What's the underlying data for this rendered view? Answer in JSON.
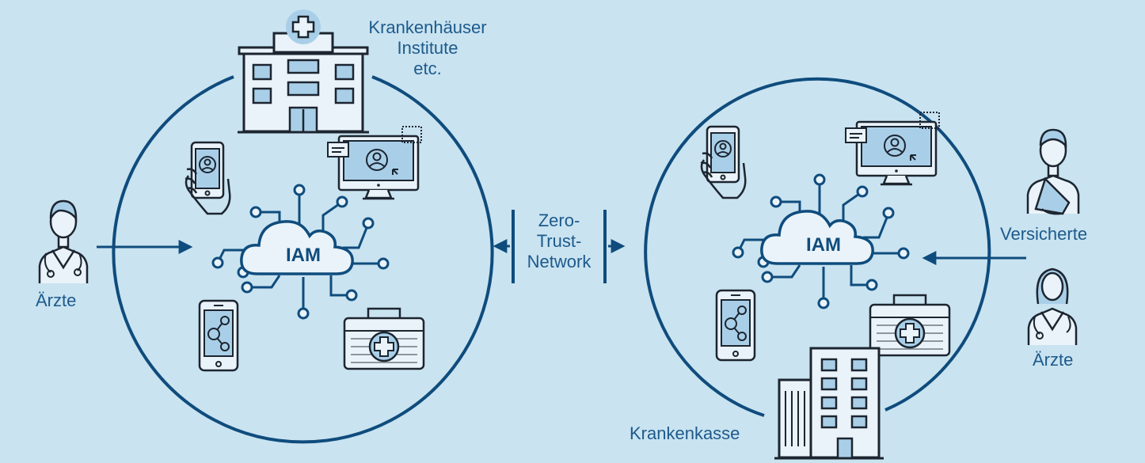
{
  "labels": {
    "hospitals_line1": "Krankenhäuser",
    "hospitals_line2": "Institute",
    "hospitals_line3": "etc.",
    "doctors_left": "Ärzte",
    "network_line1": "Zero-",
    "network_line2": "Trust-",
    "network_line3": "Network",
    "insured": "Versicherte",
    "doctors_right": "Ärzte",
    "insurer": "Krankenkasse",
    "iam_left": "IAM",
    "iam_right": "IAM"
  },
  "colors": {
    "background": "#c9e3f0",
    "primary": "#0f4c7d",
    "icon_fill": "#a9cfe8",
    "icon_stroke": "#1c2530",
    "text": "#1d5a8c"
  },
  "icons": [
    "hospital-icon",
    "office-building-icon",
    "doctor-icon",
    "patient-icon",
    "smartphone-icon",
    "monitor-icon",
    "cloud-icon",
    "medical-kit-icon",
    "arrow-icon"
  ]
}
